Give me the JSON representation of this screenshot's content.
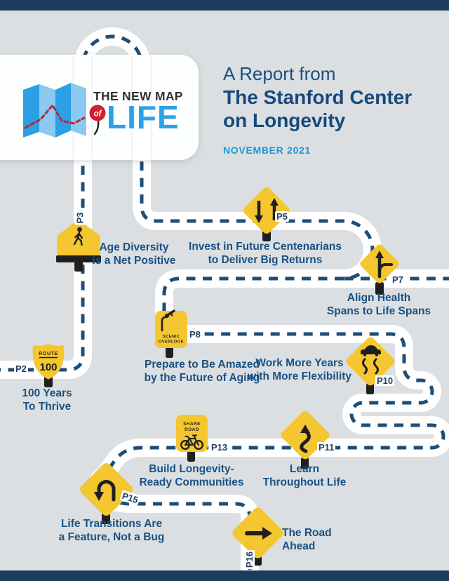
{
  "header": {
    "report_prefix": "A Report from",
    "org_line1": "The Stanford Center",
    "org_line2": "on Longevity",
    "date": "NOVEMBER 2021"
  },
  "logo": {
    "title_top": "THE NEW MAP",
    "of_label": "of",
    "title_main": "LIFE"
  },
  "milestones": [
    {
      "id": "p2",
      "page_label": "P2",
      "sign_icon": "route-100-shield",
      "sign_text": [
        "ROUTE",
        "100"
      ],
      "caption_lines": [
        "100 Years",
        "To Thrive"
      ]
    },
    {
      "id": "p3",
      "page_label": "P3",
      "sign_icon": "pedestrian-crossing",
      "caption_lines": [
        "Age Diversity",
        "is a Net Positive"
      ]
    },
    {
      "id": "p5",
      "page_label": "P5",
      "sign_icon": "two-way-traffic",
      "caption_lines": [
        "Invest in Future Centenarians",
        "to Deliver Big Returns"
      ]
    },
    {
      "id": "p7",
      "page_label": "P7",
      "sign_icon": "side-road",
      "caption_lines": [
        "Align Health",
        "Spans to Life Spans"
      ]
    },
    {
      "id": "p8",
      "page_label": "P8",
      "sign_icon": "scenic-overlook",
      "sign_text": [
        "SCENIC",
        "OVERLOOK"
      ],
      "caption_lines": [
        "Prepare to Be Amazed",
        "by the Future of Aging"
      ]
    },
    {
      "id": "p10",
      "page_label": "P10",
      "sign_icon": "slippery-road",
      "caption_lines": [
        "Work More Years",
        "with More Flexibility"
      ]
    },
    {
      "id": "p11",
      "page_label": "P11",
      "sign_icon": "winding-road",
      "caption_lines": [
        "Learn",
        "Throughout Life"
      ]
    },
    {
      "id": "p13",
      "page_label": "P13",
      "sign_icon": "share-road-bicycle",
      "sign_text": [
        "SHARE",
        "ROAD"
      ],
      "caption_lines": [
        "Build Longevity-",
        "Ready Communities"
      ]
    },
    {
      "id": "p15",
      "page_label": "P15",
      "sign_icon": "u-turn",
      "caption_lines": [
        "Life Transitions Are",
        "a Feature, Not a Bug"
      ]
    },
    {
      "id": "p16",
      "page_label": "P16",
      "sign_icon": "arrow-right",
      "caption_lines": [
        "The Road",
        "Ahead"
      ]
    }
  ],
  "colors": {
    "background": "#dbdfe2",
    "bar_navy": "#1c3c5e",
    "road_dash": "#1e4d78",
    "sign_yellow": "#f4c62f",
    "sign_black": "#1f1f1f",
    "caption_blue": "#1a5183",
    "headline_navy": "#17497a",
    "date_blue": "#1f96d3",
    "logo_blue": "#2ba2e8",
    "logo_light_blue": "#8bc9f1",
    "logo_red": "#cf2130",
    "route_line_red": "#b3293b"
  }
}
